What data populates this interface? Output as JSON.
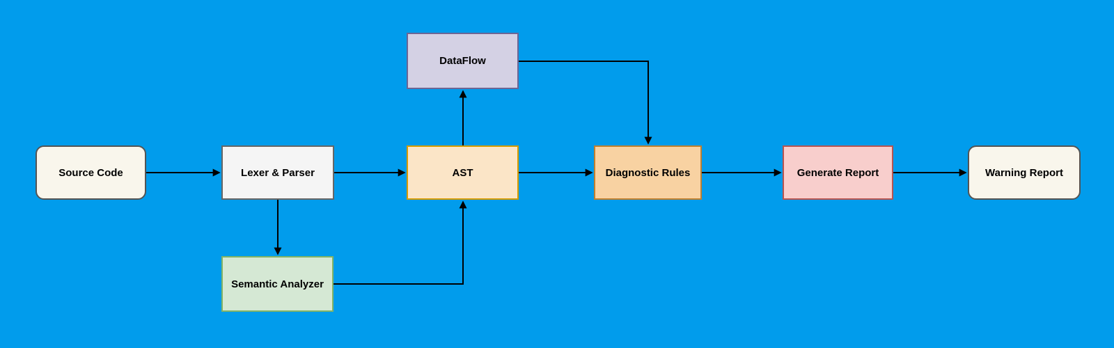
{
  "diagram": {
    "type": "flowchart",
    "nodes": [
      {
        "id": "source-code",
        "label": "Source Code",
        "shape": "rounded-rectangle",
        "fill": "#F9F6EC",
        "stroke": "#545454"
      },
      {
        "id": "lexer-parser",
        "label": "Lexer & Parser",
        "shape": "rectangle",
        "fill": "#F5F5F5",
        "stroke": "#666666"
      },
      {
        "id": "dataflow",
        "label": "DataFlow",
        "shape": "rectangle",
        "fill": "#D4D1E4",
        "stroke": "#6C6594"
      },
      {
        "id": "ast",
        "label": "AST",
        "shape": "rectangle",
        "fill": "#FBE5C7",
        "stroke": "#D79B00"
      },
      {
        "id": "diagnostic-rules",
        "label": "Diagnostic Rules",
        "shape": "rectangle",
        "fill": "#F8D2A2",
        "stroke": "#C07F2E"
      },
      {
        "id": "generate-report",
        "label": "Generate Report",
        "shape": "rectangle",
        "fill": "#F8CECC",
        "stroke": "#B85450"
      },
      {
        "id": "warning-report",
        "label": "Warning Report",
        "shape": "rounded-rectangle",
        "fill": "#F9F6EC",
        "stroke": "#545454"
      },
      {
        "id": "semantic-analyzer",
        "label": "Semantic Analyzer",
        "shape": "rectangle",
        "fill": "#D5E8D4",
        "stroke": "#82B366"
      }
    ],
    "edges": [
      {
        "from": "source-code",
        "to": "lexer-parser"
      },
      {
        "from": "lexer-parser",
        "to": "ast"
      },
      {
        "from": "lexer-parser",
        "to": "semantic-analyzer"
      },
      {
        "from": "semantic-analyzer",
        "to": "ast"
      },
      {
        "from": "ast",
        "to": "dataflow"
      },
      {
        "from": "ast",
        "to": "diagnostic-rules"
      },
      {
        "from": "dataflow",
        "to": "diagnostic-rules"
      },
      {
        "from": "diagnostic-rules",
        "to": "generate-report"
      },
      {
        "from": "generate-report",
        "to": "warning-report"
      }
    ]
  },
  "colors": {
    "canvas_background": "#019CEC",
    "edge_stroke": "#000000",
    "node_text": "#000000"
  }
}
